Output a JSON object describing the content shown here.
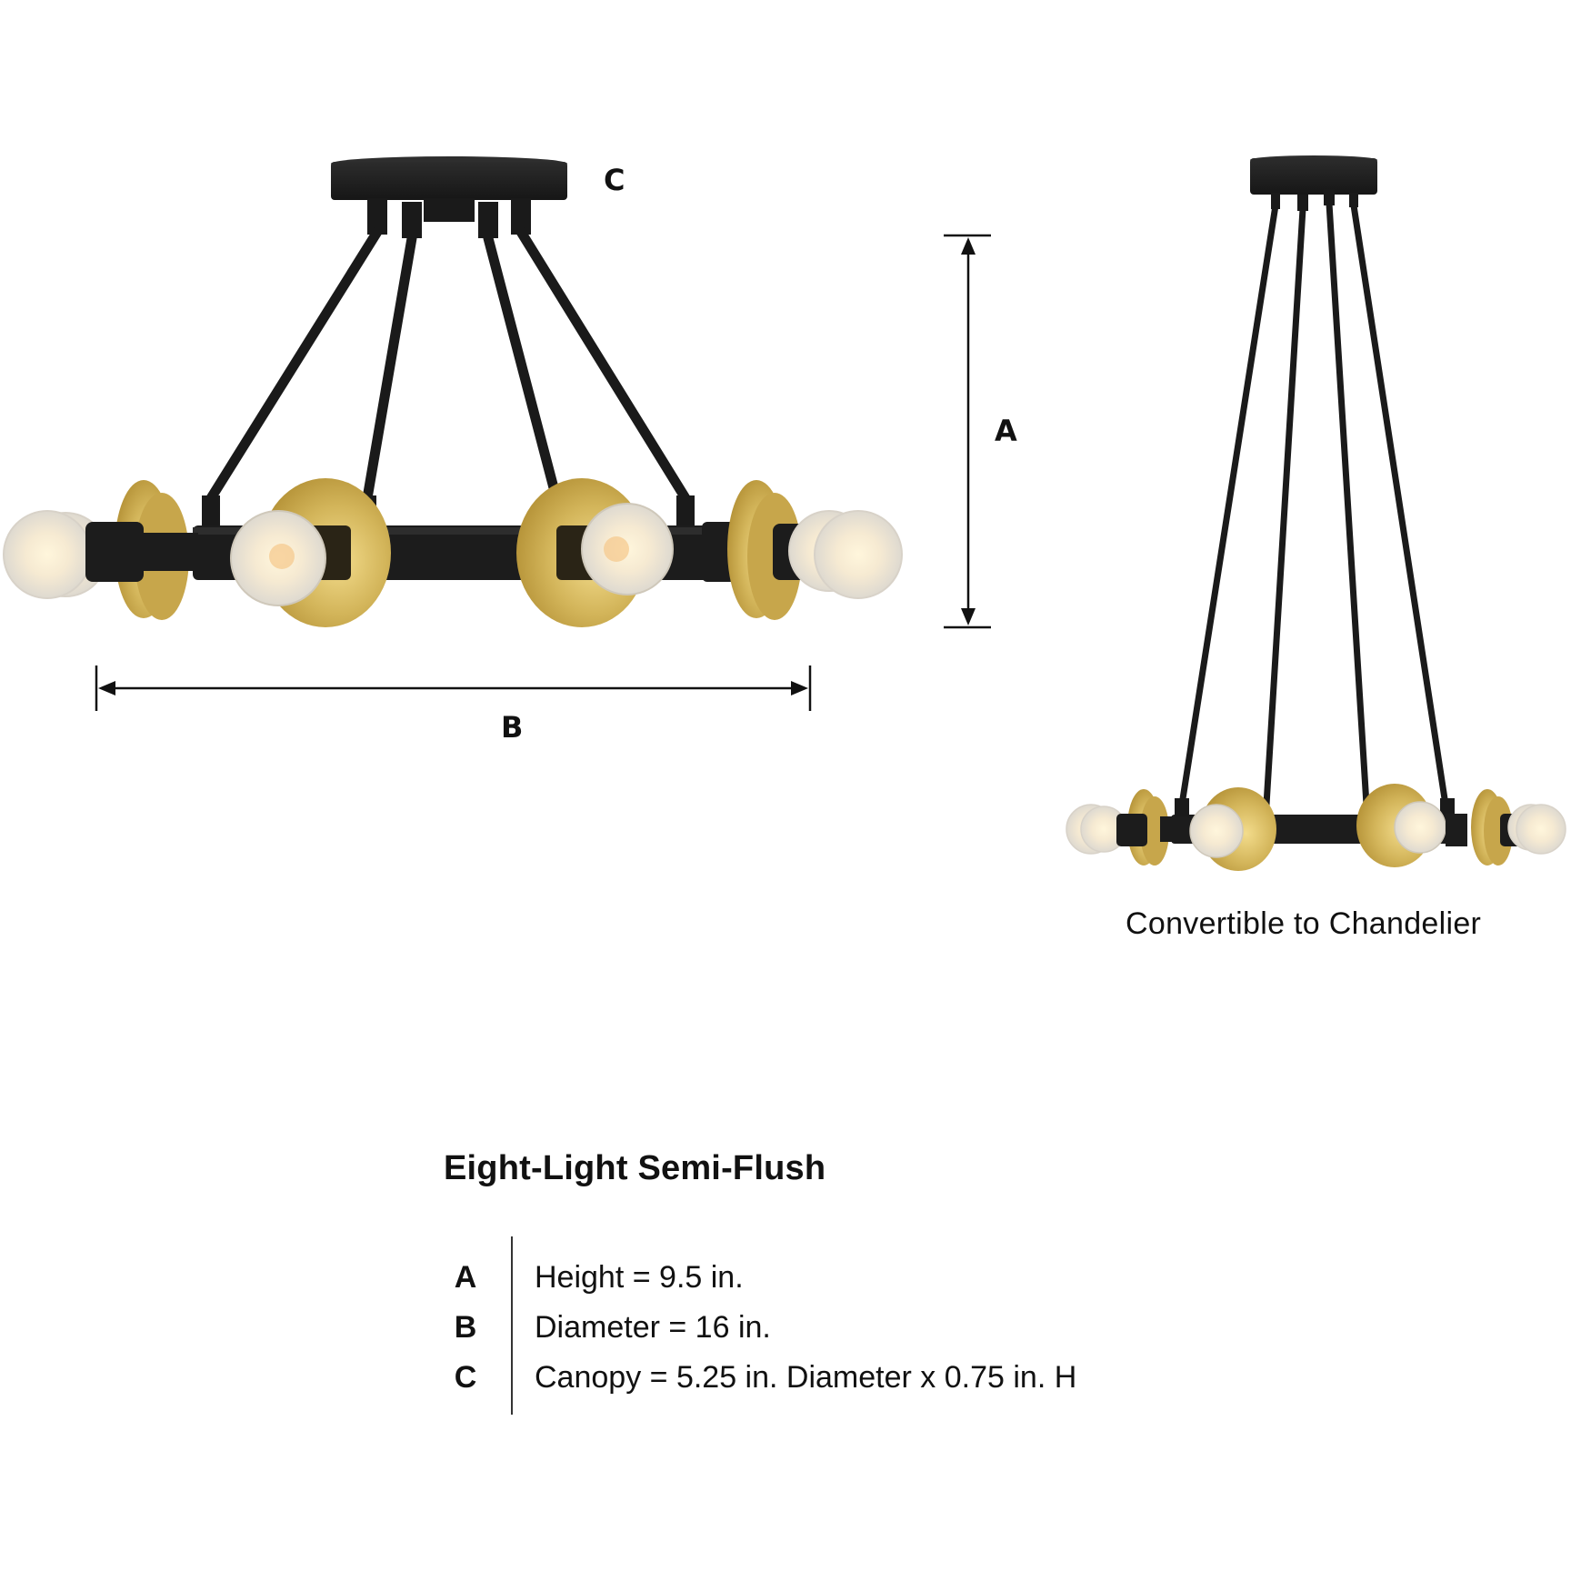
{
  "colors": {
    "background": "#ffffff",
    "fixture_black": "#1c1c1c",
    "brass_gold": "#c9a94a",
    "brass_highlight": "#e8cf7a",
    "bulb_glow": "#fff3da",
    "ink": "#111111"
  },
  "figure_main": {
    "name": "semi-flush-mount",
    "label_canopy": "C",
    "label_height": "A",
    "label_diameter": "B",
    "bulb_count": 8
  },
  "figure_alt": {
    "name": "chandelier-configuration",
    "caption": "Convertible to Chandelier"
  },
  "specs": {
    "title": "Eight-Light Semi-Flush",
    "rows": [
      {
        "letter": "A",
        "text": "Height = 9.5 in."
      },
      {
        "letter": "B",
        "text": "Diameter = 16 in."
      },
      {
        "letter": "C",
        "text": "Canopy = 5.25 in. Diameter x 0.75 in. H"
      }
    ]
  }
}
